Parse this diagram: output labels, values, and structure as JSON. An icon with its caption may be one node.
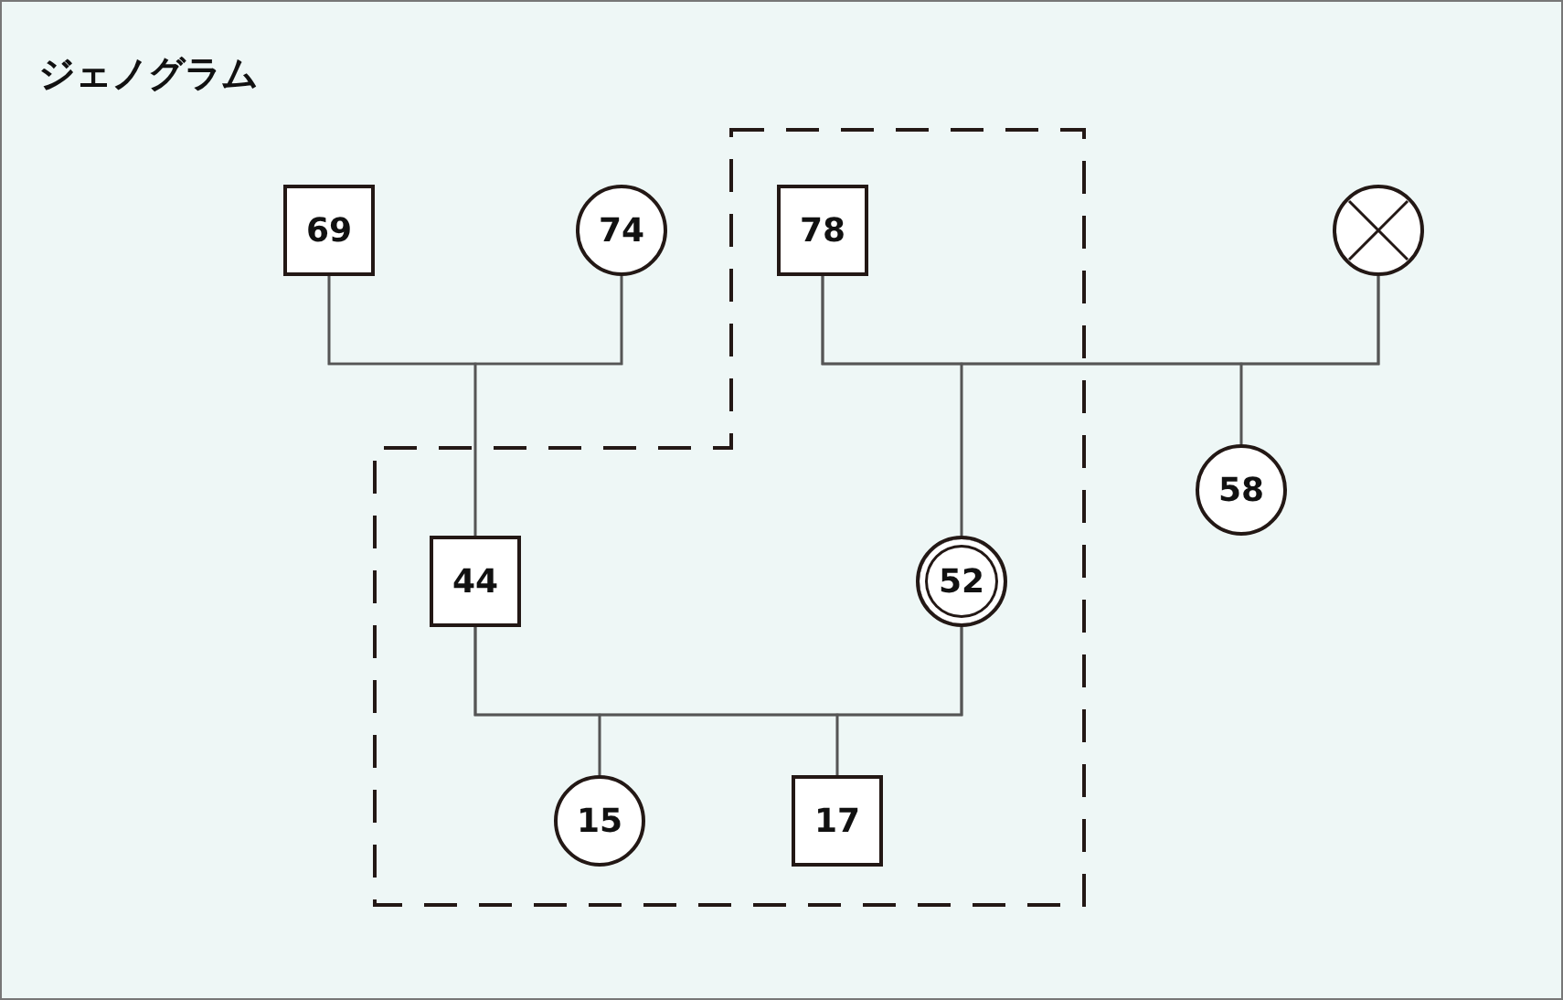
{
  "diagram": {
    "title": "ジェノグラム",
    "nodes": [
      {
        "text": [
          "69"
        ]
      },
      {
        "text": [
          "74"
        ]
      },
      {
        "text": [
          "78"
        ]
      },
      {
        "text": [],
        "shape": "circle"
      },
      {
        "text": [
          "58"
        ]
      },
      {
        "text": [
          "44"
        ]
      },
      {
        "text": [
          "52"
        ]
      },
      {
        "text": [
          "15"
        ]
      },
      {
        "text": [
          "17"
        ]
      }
    ],
    "edges": [
      {
        "from": 0,
        "to": 1,
        "arrow": "none"
      },
      {
        "from": 0,
        "to": 5,
        "arrow": "none"
      },
      {
        "from": 1,
        "to": 5,
        "arrow": "none"
      },
      {
        "from": 2,
        "to": 3,
        "arrow": "none"
      },
      {
        "from": 2,
        "to": 6,
        "arrow": "none"
      },
      {
        "from": 3,
        "to": 6,
        "arrow": "none"
      },
      {
        "from": 2,
        "to": 4,
        "arrow": "none"
      },
      {
        "from": 3,
        "to": 4,
        "arrow": "none"
      },
      {
        "from": 5,
        "to": 6,
        "arrow": "none"
      },
      {
        "from": 5,
        "to": 7,
        "arrow": "none"
      },
      {
        "from": 6,
        "to": 7,
        "arrow": "none"
      },
      {
        "from": 5,
        "to": 8,
        "arrow": "none"
      },
      {
        "from": 6,
        "to": 8,
        "arrow": "none"
      }
    ]
  }
}
